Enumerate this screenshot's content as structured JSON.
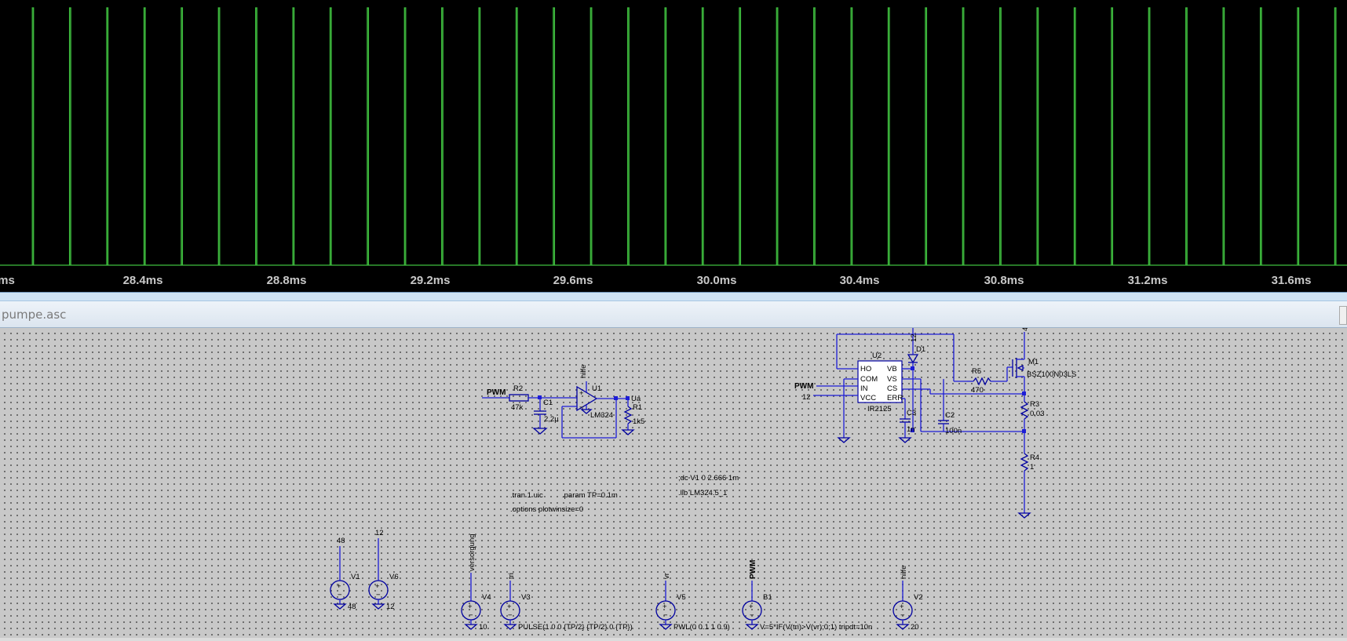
{
  "waveform": {
    "trace_color": "#3fbf3f",
    "period_ms": 0.1,
    "x_start_ms": 28.1,
    "x_end_ms": 31.72,
    "tick_labels": [
      "ms",
      "28.4ms",
      "28.8ms",
      "29.2ms",
      "29.6ms",
      "30.0ms",
      "30.4ms",
      "30.8ms",
      "31.2ms",
      "31.6ms"
    ]
  },
  "schematic": {
    "filename": "pumpe.asc",
    "nets": {
      "pwm": "PWM",
      "hilfe": "hilfe",
      "ua": "Ua",
      "v12": "12",
      "v48": "48",
      "versorgung": "versorgung",
      "tri": "tri",
      "vr": "vr"
    },
    "parts": {
      "R2": {
        "name": "R2",
        "value": "47k"
      },
      "C1": {
        "name": "C1",
        "value": "2,2µ"
      },
      "U1": {
        "name": "U1",
        "value": "LM324"
      },
      "R1": {
        "name": "R1",
        "value": "1k5"
      },
      "U2": {
        "name": "U2",
        "value": "IR2125"
      },
      "D1": {
        "name": "D1"
      },
      "R5": {
        "name": "R5",
        "value": "470"
      },
      "M1": {
        "name": "M1",
        "value": "BSZ100N03LS"
      },
      "C3": {
        "name": "C3",
        "value": "1n"
      },
      "C2": {
        "name": "C2",
        "value": "100n"
      },
      "R3": {
        "name": "R3",
        "value": "0,03"
      },
      "R4": {
        "name": "R4",
        "value": "1"
      },
      "V1": {
        "name": "V1",
        "value": "48"
      },
      "V6": {
        "name": "V6",
        "value": "12"
      },
      "V4": {
        "name": "V4",
        "value": "10"
      },
      "V3": {
        "name": "V3",
        "value": "PULSE(1 0 0 {TP/2} {TP/2} 0 {TP})"
      },
      "V5": {
        "name": "V5",
        "value": "PWL(0 0.1 1 0.9)"
      },
      "B1": {
        "name": "B1",
        "value": "V=5*IF(V(tri)>V(vr);0;1) tripdt=10n"
      },
      "V2": {
        "name": "V2",
        "value": "20"
      }
    },
    "pins": {
      "ho": "HO",
      "vb": "VB",
      "com": "COM",
      "vs": "VS",
      "in": "IN",
      "cs": "CS",
      "vcc": "VCC",
      "err": "ERR"
    },
    "directives": {
      "tran": ".tran 1 uic",
      "param": ".param TP=0.1m",
      "options": ".options plotwinsize=0",
      "dc": ";dc V1 0 2.666 1m",
      "lib": ".lib LM324.5_1"
    }
  }
}
